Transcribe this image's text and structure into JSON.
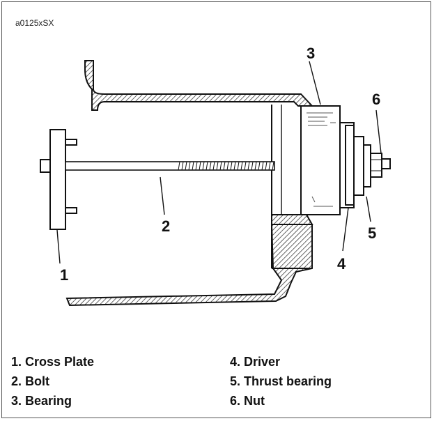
{
  "figure_id": "a0125xSX",
  "callouts": [
    "1",
    "2",
    "3",
    "4",
    "5",
    "6"
  ],
  "legend": [
    "1. Cross Plate",
    "2. Bolt",
    "3. Bearing",
    "4. Driver",
    "5. Thrust bearing",
    "6. Nut"
  ]
}
